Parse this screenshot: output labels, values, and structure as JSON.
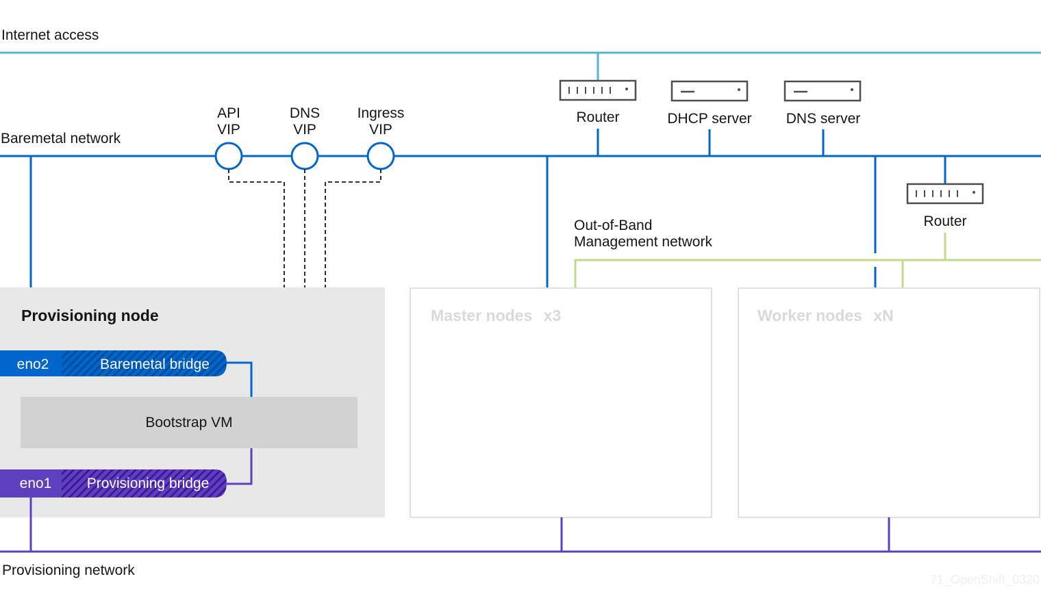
{
  "networks": {
    "internet": "Internet access",
    "baremetal": "Baremetal network",
    "oob_line1": "Out-of-Band",
    "oob_line2": "Management network",
    "provisioning": "Provisioning network"
  },
  "vips": [
    {
      "line1": "API",
      "line2": "VIP"
    },
    {
      "line1": "DNS",
      "line2": "VIP"
    },
    {
      "line1": "Ingress",
      "line2": "VIP"
    }
  ],
  "devices": {
    "router_top": "Router",
    "dhcp": "DHCP server",
    "dns": "DNS server",
    "router_oob": "Router"
  },
  "provisioning_node": {
    "title": "Provisioning node",
    "eno2": "eno2",
    "baremetal_bridge": "Baremetal bridge",
    "bootstrap_vm": "Bootstrap VM",
    "eno1": "eno1",
    "provisioning_bridge": "Provisioning bridge"
  },
  "masters": {
    "label": "Master nodes",
    "count": "x3"
  },
  "workers": {
    "label": "Worker nodes",
    "count": "xN"
  },
  "watermark": "71_OpenShift_0320",
  "colors": {
    "internet_line": "#52b5d0",
    "baremetal_line": "#0066cc",
    "oob_line": "#c0d98a",
    "provisioning_line": "#5e40be",
    "node_panel": "#e8e8e8",
    "bootstrap_box": "#d2d2d2",
    "faded_text": "#d9d9d9"
  }
}
